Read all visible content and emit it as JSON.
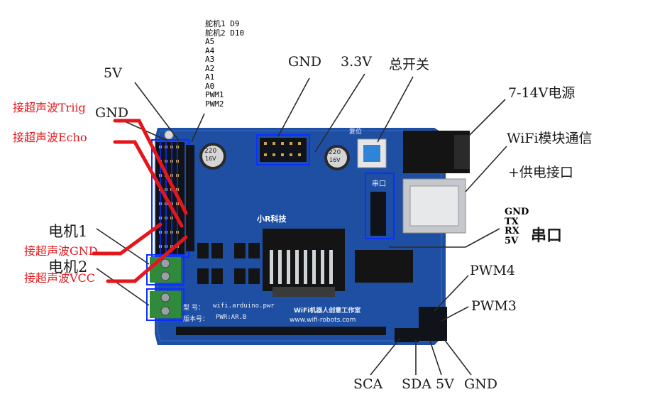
{
  "labels": {
    "servo1": "舵机1 D9",
    "servo2": "舵机2 D10",
    "a5": "A5",
    "a4": "A4",
    "a3": "A3",
    "a2": "A2",
    "a1": "A1",
    "a0": "A0",
    "pwm1": "PWM1",
    "pwm2": "PWM2",
    "v5_top": "5V",
    "gnd_top_left": "GND",
    "gnd_top": "GND",
    "v33": "3.3V",
    "main_switch": "总开关",
    "power_in": "7-14V电源",
    "wifi_comm": "WiFi模块通信",
    "wifi_power": "+供电接口",
    "serial_gnd": "GND",
    "serial_tx": "TX",
    "serial_rx": "RX",
    "serial_5v": "5V",
    "serial_port": "串口",
    "pwm4": "PWM4",
    "pwm3": "PWM3",
    "sca": "SCA",
    "sda": "SDA",
    "v5_bottom": "5V",
    "gnd_bottom": "GND",
    "motor1": "电机1",
    "motor2": "电机2",
    "us_trig": "接超声波Triig",
    "us_echo": "接超声波Echo",
    "us_gnd": "接超声波GND",
    "us_vcc": "接超声波VCC"
  },
  "board": {
    "model_label": "型  号：",
    "model_value": "wifi.arduino.pwr",
    "version_label": "版本号：",
    "version_value": "PWR:AR.B",
    "studio": "WiFi机器人创意工作室",
    "url": "www.wifi-robots.com",
    "brand": "小R科技",
    "reset": "复位",
    "serial_silk": "串口",
    "cap_value": "220",
    "cap_voltage": "16V"
  },
  "colors": {
    "board_blue": "#1f4fa3",
    "highlight_blue": "#0a2fff",
    "ultrasonic_red": "#e5161b",
    "terminal_green": "#2f8a3c",
    "silk_white": "#e8eef8"
  }
}
